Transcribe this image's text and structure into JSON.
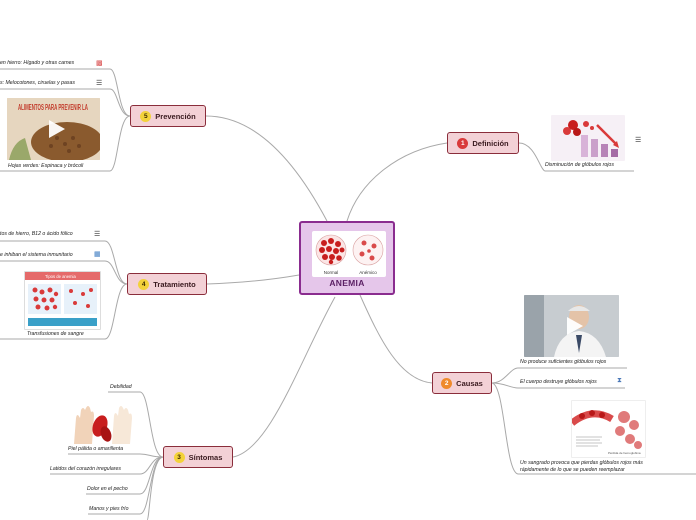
{
  "central": {
    "title": "ANEMIA",
    "label_normal": "Normal",
    "label_anemic": "Anémico"
  },
  "topics": {
    "definicion": {
      "num": "1",
      "label": "Definición"
    },
    "causas": {
      "num": "2",
      "label": "Causas"
    },
    "sintomas": {
      "num": "3",
      "label": "Síntomas"
    },
    "tratamiento": {
      "num": "4",
      "label": "Tratamiento"
    },
    "prevencion": {
      "num": "5",
      "label": "Prevención"
    }
  },
  "definicion": {
    "leaf": "Disminución de glóbulos rojos"
  },
  "causas": {
    "leaf1": "No produce suficientes glóbulos rojos",
    "leaf2": "El cuerpo destruye glóbulos rojos",
    "leaf3_line1": "Un sangrado provoca que pierdas glóbulos rojos más",
    "leaf3_line2": "rápidamente de lo que se pueden reemplazar",
    "image_caption": "Pérdida de hemoglobina"
  },
  "sintomas": {
    "leaves": [
      "Debilidad",
      "Piel pálida o amarillenta",
      "Latidos del corazón irregulares",
      "Dolor en el pecho",
      "Manos y pies frío"
    ]
  },
  "tratamiento": {
    "leaf1": "tos de hierro, B12 o ácido fólico",
    "leaf2": "e inhiban el sistema inmunitario",
    "leaf3": "Transfusiones de sangre",
    "image_title": "Tipos de anemia"
  },
  "prevencion": {
    "leaf1": "en hierro: Hígado y otras carnes",
    "leaf2": "s: Melocotones, ciruelas y pasas",
    "leaf3": "Hojas verdes: Espinaca y brócoli",
    "image_text": "ALIMENTOS PARA PREVENIR LA"
  },
  "colors": {
    "central_fill": "#e5c6ea",
    "central_border": "#8a2c8f",
    "topic_fill": "#f3d1d6",
    "topic_border": "#8a2d3b",
    "link": "#a9a9a9"
  },
  "icons": [
    "play-icon",
    "note-icon",
    "blood-cell-icon",
    "dna-icon",
    "puzzle-icon"
  ]
}
